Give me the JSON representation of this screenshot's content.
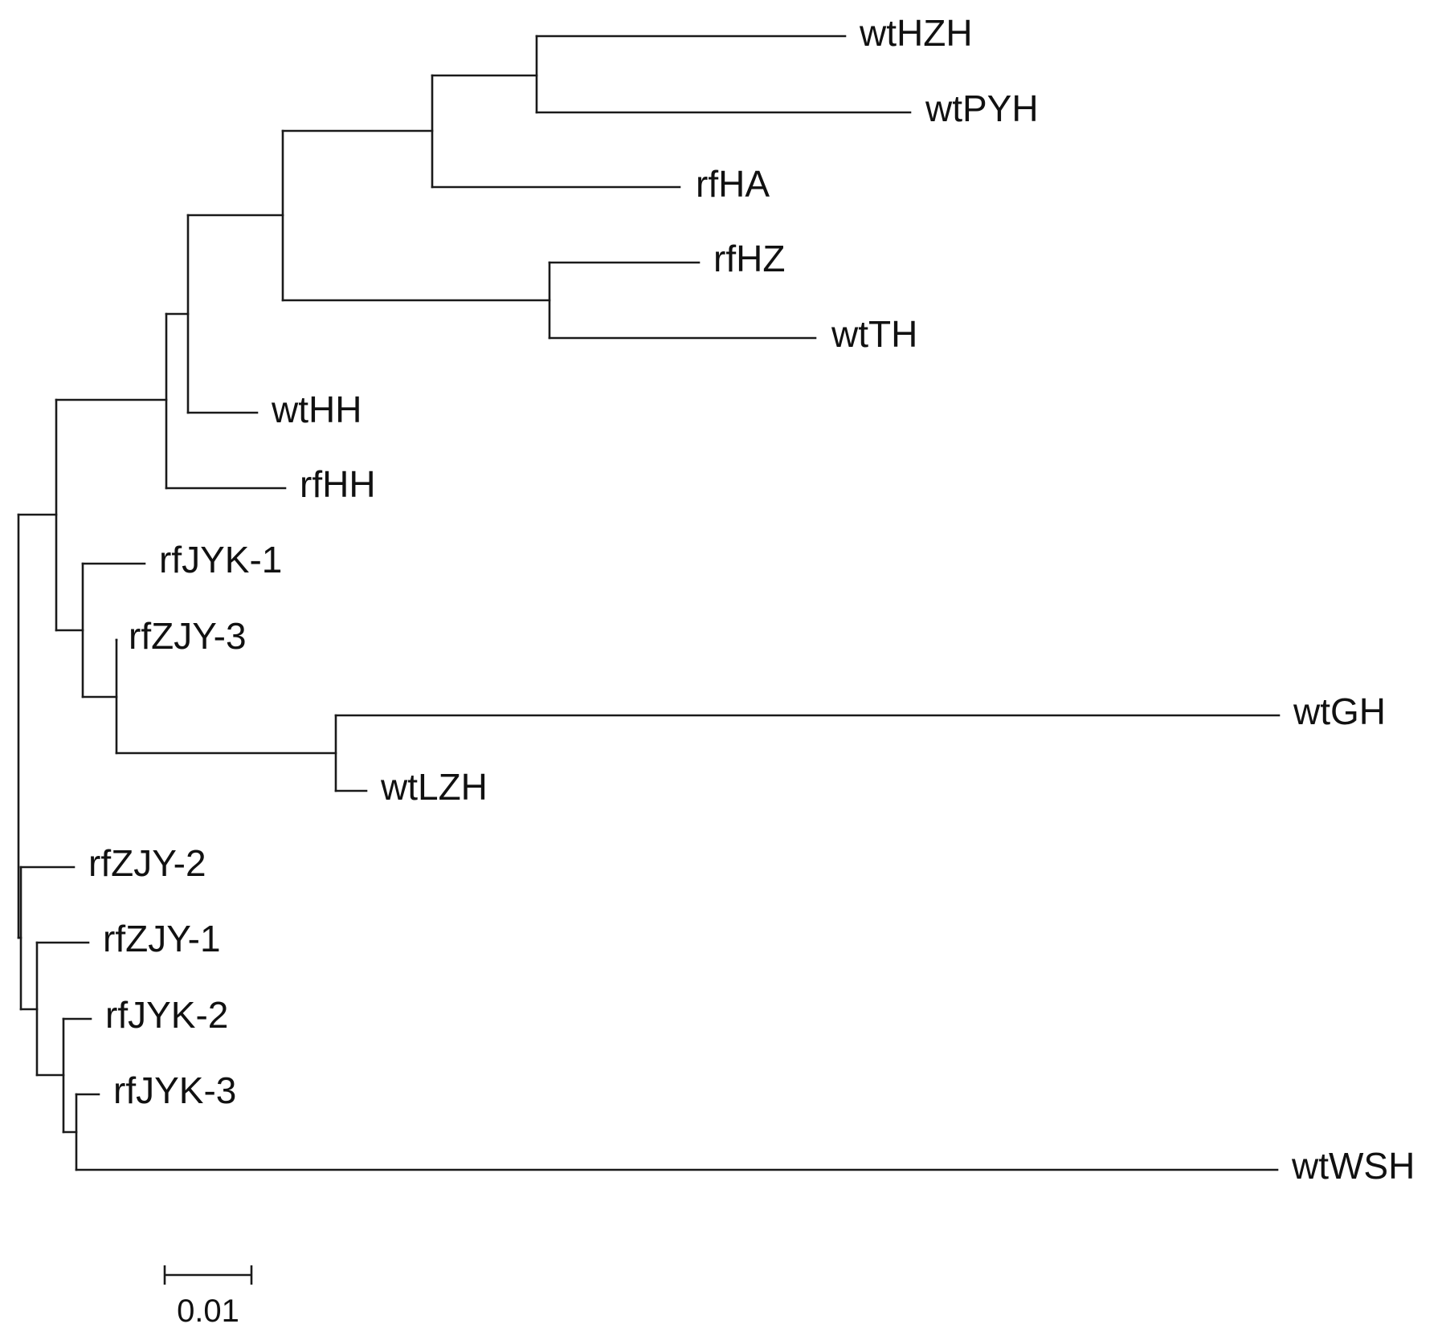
{
  "tree": {
    "leaves": [
      {
        "id": "wtHZH",
        "label": "wtHZH"
      },
      {
        "id": "wtPYH",
        "label": "wtPYH"
      },
      {
        "id": "rfHA",
        "label": "rfHA"
      },
      {
        "id": "rfHZ",
        "label": "rfHZ"
      },
      {
        "id": "wtTH",
        "label": "wtTH"
      },
      {
        "id": "wtHH",
        "label": "wtHH"
      },
      {
        "id": "rfHH",
        "label": "rfHH"
      },
      {
        "id": "rfJYK1",
        "label": "rfJYK-1"
      },
      {
        "id": "rfZJY3",
        "label": "rfZJY-3"
      },
      {
        "id": "wtGH",
        "label": "wtGH"
      },
      {
        "id": "wtLZH",
        "label": "wtLZH"
      },
      {
        "id": "rfZJY2",
        "label": "rfZJY-2"
      },
      {
        "id": "rfZJY1",
        "label": "rfZJY-1"
      },
      {
        "id": "rfJYK2",
        "label": "rfJYK-2"
      },
      {
        "id": "rfJYK3",
        "label": "rfJYK-3"
      },
      {
        "id": "wtWSH",
        "label": "wtWSH"
      }
    ],
    "scale_bar": {
      "value": 0.01,
      "label": "0.01"
    }
  }
}
